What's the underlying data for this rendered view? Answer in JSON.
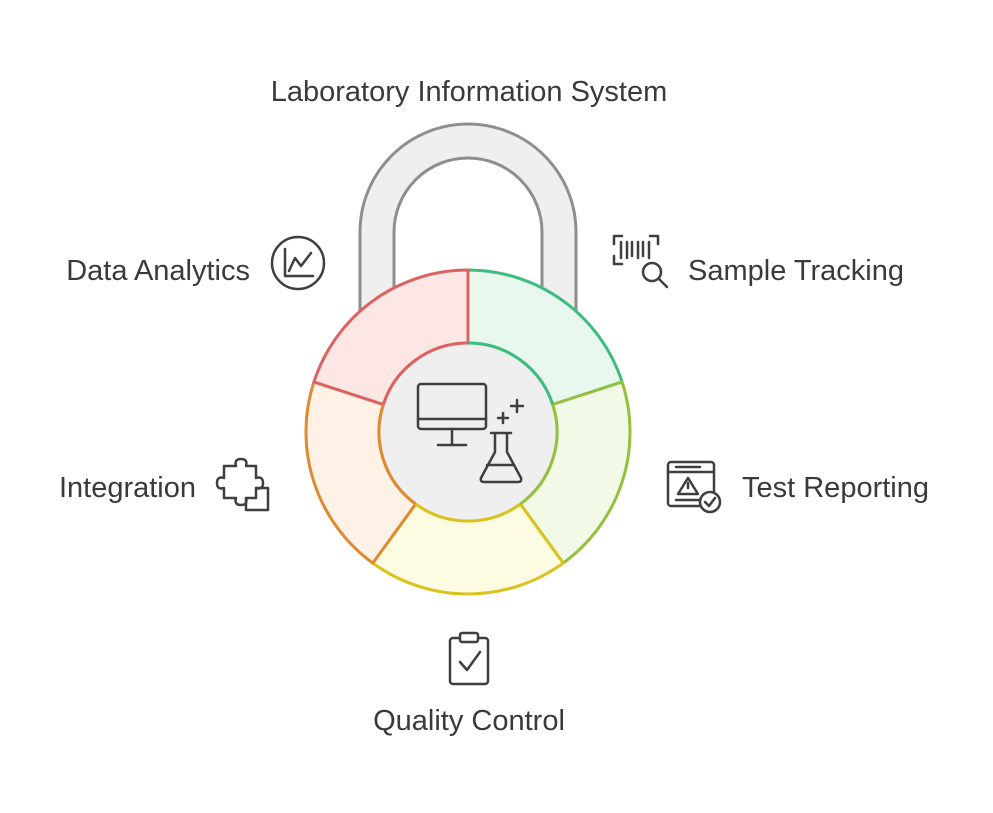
{
  "diagram": {
    "title": "Laboratory Information System",
    "center_icons": [
      "computer-icon",
      "flask-icon"
    ],
    "segments": [
      {
        "id": "sample-tracking",
        "label": "Sample Tracking",
        "icon": "barcode-search-icon",
        "stroke": "#3dbd7d",
        "fill": "#e9f8ef"
      },
      {
        "id": "test-reporting",
        "label": "Test Reporting",
        "icon": "report-check-icon",
        "stroke": "#93c13b",
        "fill": "#f2f9e7"
      },
      {
        "id": "quality-control",
        "label": "Quality Control",
        "icon": "clipboard-check-icon",
        "stroke": "#d9c31c",
        "fill": "#fdfce3"
      },
      {
        "id": "integration",
        "label": "Integration",
        "icon": "puzzle-icon",
        "stroke": "#df8a31",
        "fill": "#fdf2e5"
      },
      {
        "id": "data-analytics",
        "label": "Data Analytics",
        "icon": "line-chart-icon",
        "stroke": "#dd6161",
        "fill": "#fde7e5"
      }
    ],
    "colors": {
      "shackle_stroke": "#8e8e8e",
      "shackle_fill": "#efefef",
      "hub_fill": "#efefef",
      "icon_stroke": "#3f3f3f",
      "text": "#3a3a3a"
    }
  }
}
